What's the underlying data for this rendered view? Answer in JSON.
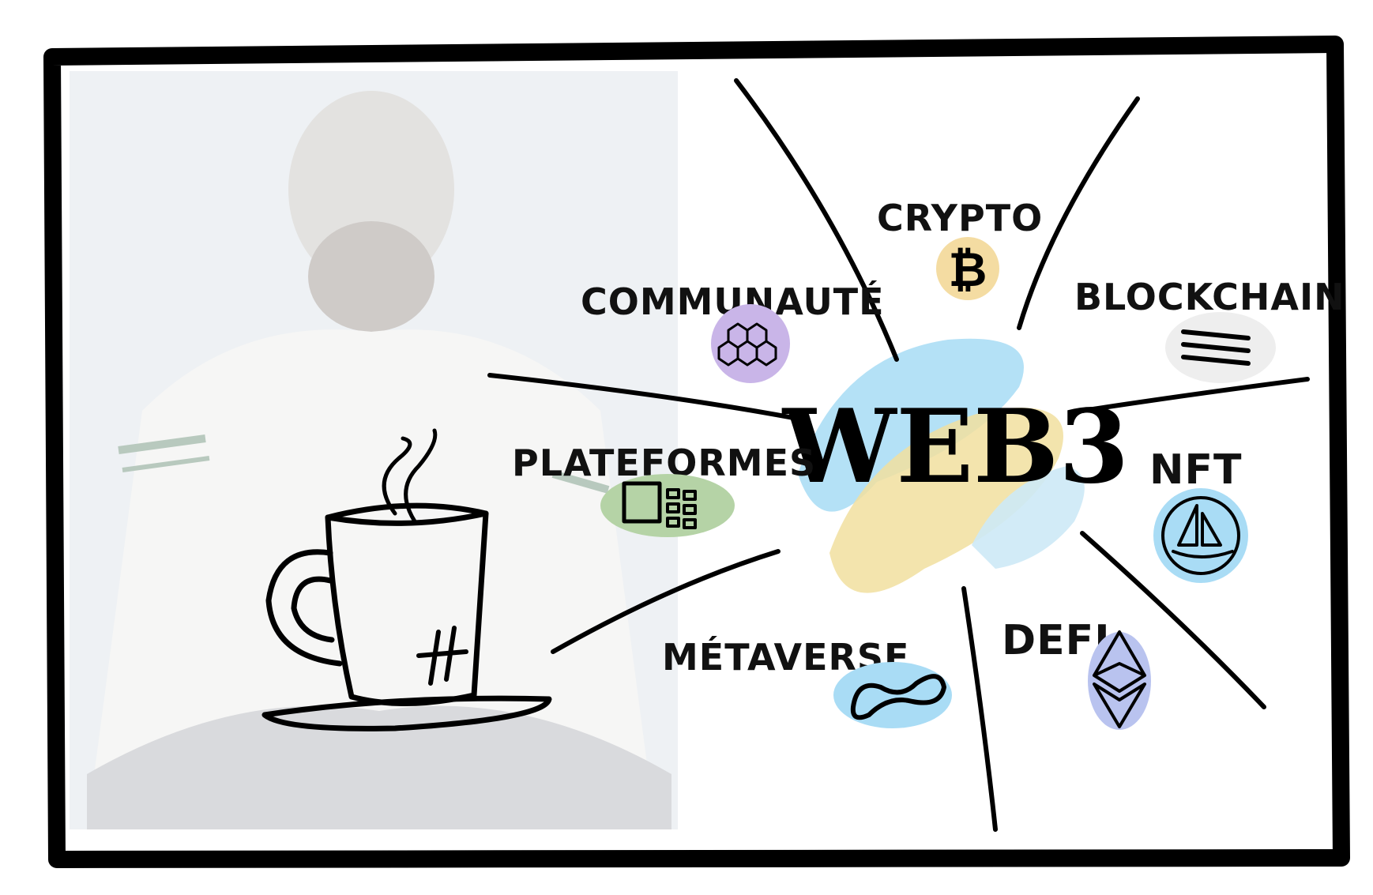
{
  "diagram": {
    "center": {
      "label": "WEB3"
    },
    "topics": [
      {
        "id": "communaute",
        "label": "COMMUNAUTÉ",
        "icon": "hexagon-cluster-icon",
        "color": "#c9b5e8"
      },
      {
        "id": "crypto",
        "label": "CRYPTO",
        "icon": "bitcoin-icon",
        "color": "#f4dca2"
      },
      {
        "id": "blockchain",
        "label": "BLOCKCHAIN",
        "icon": "stacked-lines-icon",
        "color": "#eeeeee"
      },
      {
        "id": "plateformes",
        "label": "PLATEFORMES",
        "icon": "app-grid-icon",
        "color": "#b5d3a6"
      },
      {
        "id": "nft",
        "label": "NFT",
        "icon": "sailboat-icon",
        "color": "#a9dcf5"
      },
      {
        "id": "metaverse",
        "label": "MÉTAVERSE",
        "icon": "infinity-icon",
        "color": "#a9dcf5"
      },
      {
        "id": "defi",
        "label": "DEFI",
        "icon": "ethereum-icon",
        "color": "#b9c3ef"
      }
    ],
    "colors": {
      "ink": "#000000",
      "blob_blue": "#a7dcf4",
      "blob_yellow": "#f1df9f",
      "photo_tint": "#eef1f4"
    }
  }
}
